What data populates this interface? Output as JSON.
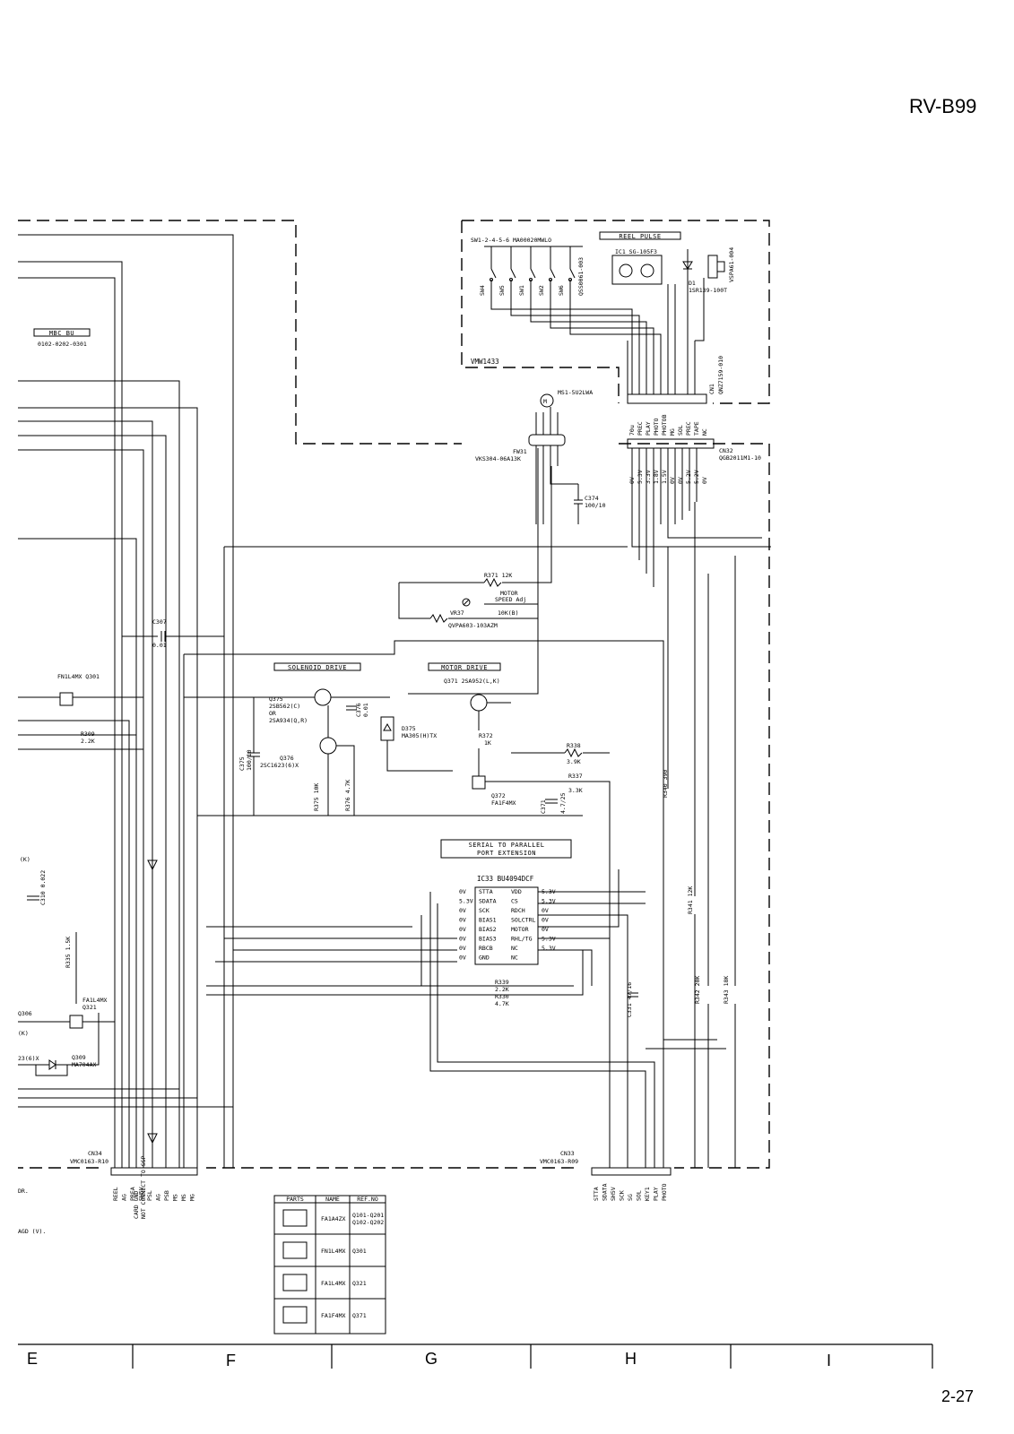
{
  "header": {
    "model": "RV-B99"
  },
  "footer": {
    "page": "2-27",
    "zones": [
      "E",
      "F",
      "G",
      "H",
      "I"
    ]
  },
  "boards": {
    "reel_pulse": "REEL PULSE",
    "vmw": "VMW1433",
    "mbc": "MBC BU",
    "mbc_ref": "0102-0202-0301"
  },
  "blocks": {
    "solenoid": "SOLENOID DRIVE",
    "motor": "MOTOR DRIVE",
    "serial1": "SERIAL TO PARALLEL",
    "serial2": "PORT EXTENSION"
  },
  "ic33": {
    "name": "IC33  BU4094DCF",
    "left_pins": [
      "STTA",
      "SDATA",
      "SCK",
      "BIAS1",
      "BIAS2",
      "BIAS3",
      "RBCB",
      "GND"
    ],
    "left_volts": [
      "0V",
      "5.3V",
      "0V",
      "0V",
      "0V",
      "0V",
      "0V",
      "0V"
    ],
    "right_pins": [
      "VDD",
      "CS",
      "RDCH",
      "SOLCTRL",
      "MOTOR",
      "RHL/TG",
      "NC",
      "NC"
    ],
    "right_volts": [
      "5.3V",
      "5.3V",
      "0V",
      "0V",
      "0V",
      "5.3V",
      "5.3V",
      ""
    ]
  },
  "parts": {
    "q375": [
      "Q375",
      "2SB562(C)",
      "OR",
      "2SA934(Q,R)"
    ],
    "q376": [
      "Q376",
      "2SC1623(6)X"
    ],
    "q371": "Q371  2SA952(L,K)",
    "q372": [
      "Q372",
      "FA1F4MX"
    ],
    "q301": "FN1L4MX Q301",
    "q321": [
      "FA1L4MX",
      "Q321"
    ],
    "q309": [
      "Q309",
      "MA704AX"
    ],
    "d375": [
      "D375",
      "MA305(H)TX"
    ],
    "r371": "R371 12K",
    "motor_adj": [
      "MOTOR",
      "SPEED Adj"
    ],
    "vr37": "VR37",
    "vr37_val": "10K(B)",
    "vr37_part": "QVPA603-103AZM",
    "c307": [
      "C307",
      "0.01"
    ],
    "c374": [
      "C374",
      "100/10"
    ],
    "c376": [
      "C376",
      "0.01"
    ],
    "c375": [
      "C375",
      "100/10"
    ],
    "c371": [
      "C371",
      "4.7/25"
    ],
    "c331": "C331 47/16",
    "r338": [
      "R338",
      "3.9K"
    ],
    "r337": [
      "R337",
      "3.3K"
    ],
    "r372": [
      "R372",
      "1K"
    ],
    "r309": [
      "R309",
      "2.2K"
    ],
    "r339": [
      "R339",
      "2.2K"
    ],
    "r330": [
      "R330",
      "4.7K"
    ],
    "r340": "R340 390",
    "r341": "R341 12K",
    "r342": "R342 20K",
    "r343": "R343 18K",
    "r375": "R375 10K",
    "r376": "R376 4.7K",
    "r335": "R335 1.5K",
    "c310": "C310 0.022",
    "m": "MS1-5U2LWA",
    "fw31": "FW31",
    "fw31_part": "VKS304-06A13K",
    "cn31": "CN1",
    "cn31_part": "QNZ7159-010",
    "cn32": "CN32",
    "cn32_part": "QGB2011M1-10",
    "cn33": "CN33",
    "cn33_part": "VMC0163-R09",
    "cn34": "CN34",
    "cn34_part": "VMC0163-R10",
    "ic1": "IC1 SG-105F3",
    "sw_label": "SW1-2-4-5-6  MA00020MWLO",
    "switches": [
      "SW4",
      "SW5",
      "SW1",
      "SW2",
      "SW6"
    ],
    "sw6_part": "QSS0061-003",
    "d1": [
      "D1",
      "1SR139-100T"
    ],
    "vspa": "VSPA61-004"
  },
  "cn32_pins": [
    "70u",
    "PREC",
    "PLAY",
    "PHOTO",
    "PHOTOB",
    "MG",
    "SOL",
    "PREC",
    "TAPE",
    "NC"
  ],
  "cn32_volts": [
    "0V",
    "5.3V",
    "3.3V",
    "1.8V",
    "1.5V",
    "0V",
    "0V",
    "5.2V",
    "5.2V",
    "0V"
  ],
  "cn34_pins": [
    "REEL",
    "AG",
    "PREA",
    "SH5V",
    "PSL",
    "AG",
    "PSB",
    "MS",
    "MS",
    "MG"
  ],
  "cn34_notes": [
    "CARD GND",
    "NOT CONNECT TO SSP"
  ],
  "cn33_pins": [
    "STTA",
    "SDATA",
    "SH5V",
    "SCK",
    "SG",
    "SOL",
    "KEY1",
    "PLAY",
    "PHOTO"
  ],
  "legend": {
    "headers": [
      "PARTS",
      "NAME",
      "REF.NO"
    ],
    "rows": [
      {
        "name": "FA1A4ZX",
        "ref": "Q101-Q201\nQ102-Q202"
      },
      {
        "name": "FN1L4MX",
        "ref": "Q301"
      },
      {
        "name": "FA1L4MX",
        "ref": "Q321"
      },
      {
        "name": "FA1F4MX",
        "ref": "Q371"
      }
    ]
  },
  "fragments": [
    "(K)",
    "Q306",
    "(K)",
    "23(6)X",
    "DR.",
    "AGD (V)."
  ]
}
